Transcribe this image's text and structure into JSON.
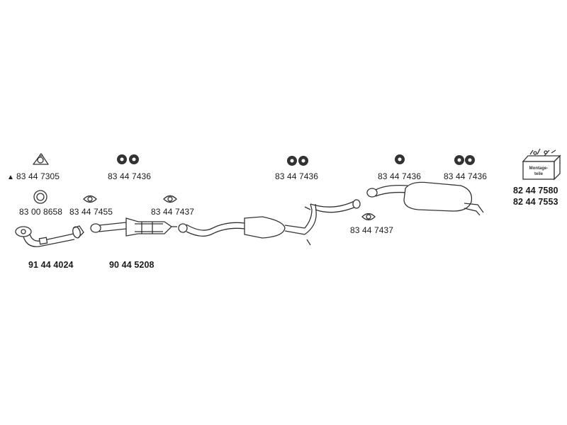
{
  "labels": {
    "p_8344_7305": "83 44 7305",
    "p_8344_7436_a": "83 44 7436",
    "p_8344_7436_b": "83 44 7436",
    "p_8344_7436_c": "83 44 7436",
    "p_8344_7436_d": "83 44 7436",
    "p_8300_8658": "83 00 8658",
    "p_8344_7455": "83 44 7455",
    "p_8344_7437_a": "83 44 7437",
    "p_8344_7437_b": "83 44 7437",
    "p_9144_4024": "91 44 4024",
    "p_9044_5208": "90 44 5208",
    "p_8244_7580": "82 44 7580",
    "p_8244_7553": "82 44 7553"
  },
  "kit_box_text": "Montage-teile",
  "warning_symbol": "▲",
  "icons": [
    "triangle-gasket-icon",
    "ring-gasket-icon",
    "rubber-hanger-pair-icon",
    "oval-flange-gasket-icon",
    "mounting-kit-box-icon"
  ]
}
